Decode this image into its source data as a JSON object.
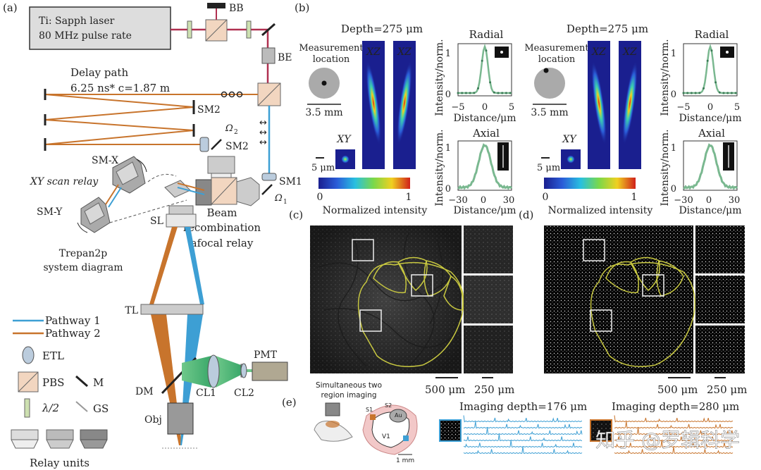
{
  "panels": {
    "a": "(a)",
    "b": "(b)",
    "c": "(c)",
    "d": "(d)",
    "e": "(e)"
  },
  "laser": {
    "line1": "Ti: Sapph laser",
    "line2": "80 MHz pulse rate"
  },
  "components": {
    "bb": "BB",
    "be": "BE",
    "sm1": "SM1",
    "sm2_top": "SM2",
    "sm2_low": "SM2",
    "omega1": "Ω",
    "omega1_sub": "1",
    "omega2": "Ω",
    "omega2_sub": "2",
    "sm_x": "SM-X",
    "sm_y": "SM-Y",
    "xy_scan_relay": "XY scan relay",
    "sl": "SL",
    "tl": "TL",
    "dm": "DM",
    "cl1": "CL1",
    "cl2": "CL2",
    "pmt": "PMT",
    "obj": "Obj"
  },
  "delay": {
    "title": "Delay path",
    "formula": "6.25 ns* c=1.87 m"
  },
  "beam_recombination": {
    "line1": "Beam",
    "line2": "recombination",
    "line3": "afocal relay"
  },
  "trepan": {
    "line1": "Trepan2p",
    "line2": "system diagram"
  },
  "legend": {
    "pathway1": "Pathway 1",
    "pathway2": "Pathway 2",
    "etl": "ETL",
    "pbs": "PBS",
    "m": "M",
    "half_wave": "λ/2",
    "gs": "GS",
    "relay_units": "Relay units",
    "pathway1_color": "#3d9fd4",
    "pathway2_color": "#c8742c"
  },
  "psf_panels": [
    {
      "measurement": "Measurement",
      "location": "location",
      "scale": "3.5 mm",
      "depth": "Depth=275 μm",
      "xz1": "XZ",
      "xz2": "XZ",
      "xy": "XY",
      "xy_scale": "5 μm",
      "radial": "Radial",
      "axial": "Axial",
      "intensity_norm": "Intensity/norm.",
      "dist_label": "Distance/μm",
      "radial_ticks_y": [
        "1",
        "0"
      ],
      "radial_ticks_x": [
        "−5",
        "0",
        "5"
      ],
      "axial_ticks_y": [
        "1",
        "0"
      ],
      "axial_ticks_x": [
        "−30",
        "0",
        "30"
      ],
      "colorbar_min": "0",
      "colorbar_max": "1",
      "colorbar_label": "Normalized intensity"
    },
    {
      "measurement": "Measurement",
      "location": "location",
      "scale": "3.5 mm",
      "depth": "Depth=275 μm",
      "xz1": "XZ",
      "xz2": "XZ",
      "xy": "XY",
      "xy_scale": "5 μm",
      "radial": "Radial",
      "axial": "Axial",
      "intensity_norm": "Intensity/norm.",
      "dist_label": "Distance/μm",
      "radial_ticks_y": [
        "1",
        "0"
      ],
      "radial_ticks_x": [
        "−5",
        "0",
        "5"
      ],
      "axial_ticks_y": [
        "1",
        "0"
      ],
      "axial_ticks_x": [
        "−30",
        "0",
        "30"
      ],
      "colorbar_min": "0",
      "colorbar_max": "1",
      "colorbar_label": "Normalized intensity"
    }
  ],
  "panel_c": {
    "scale1": "500 μm",
    "scale2": "250 μm"
  },
  "panel_d": {
    "scale1": "500 μm",
    "scale2": "250 μm"
  },
  "panel_e": {
    "simul1": "Simultaneous two",
    "simul2": "region imaging",
    "s1": "S1",
    "s2": "S2",
    "au": "Au",
    "v1": "V1",
    "scale": "1 mm",
    "depth1": "Imaging depth=176 μm",
    "depth2": "Imaging depth=280 μm"
  },
  "watermark": "知乎 @罗辑科学"
}
